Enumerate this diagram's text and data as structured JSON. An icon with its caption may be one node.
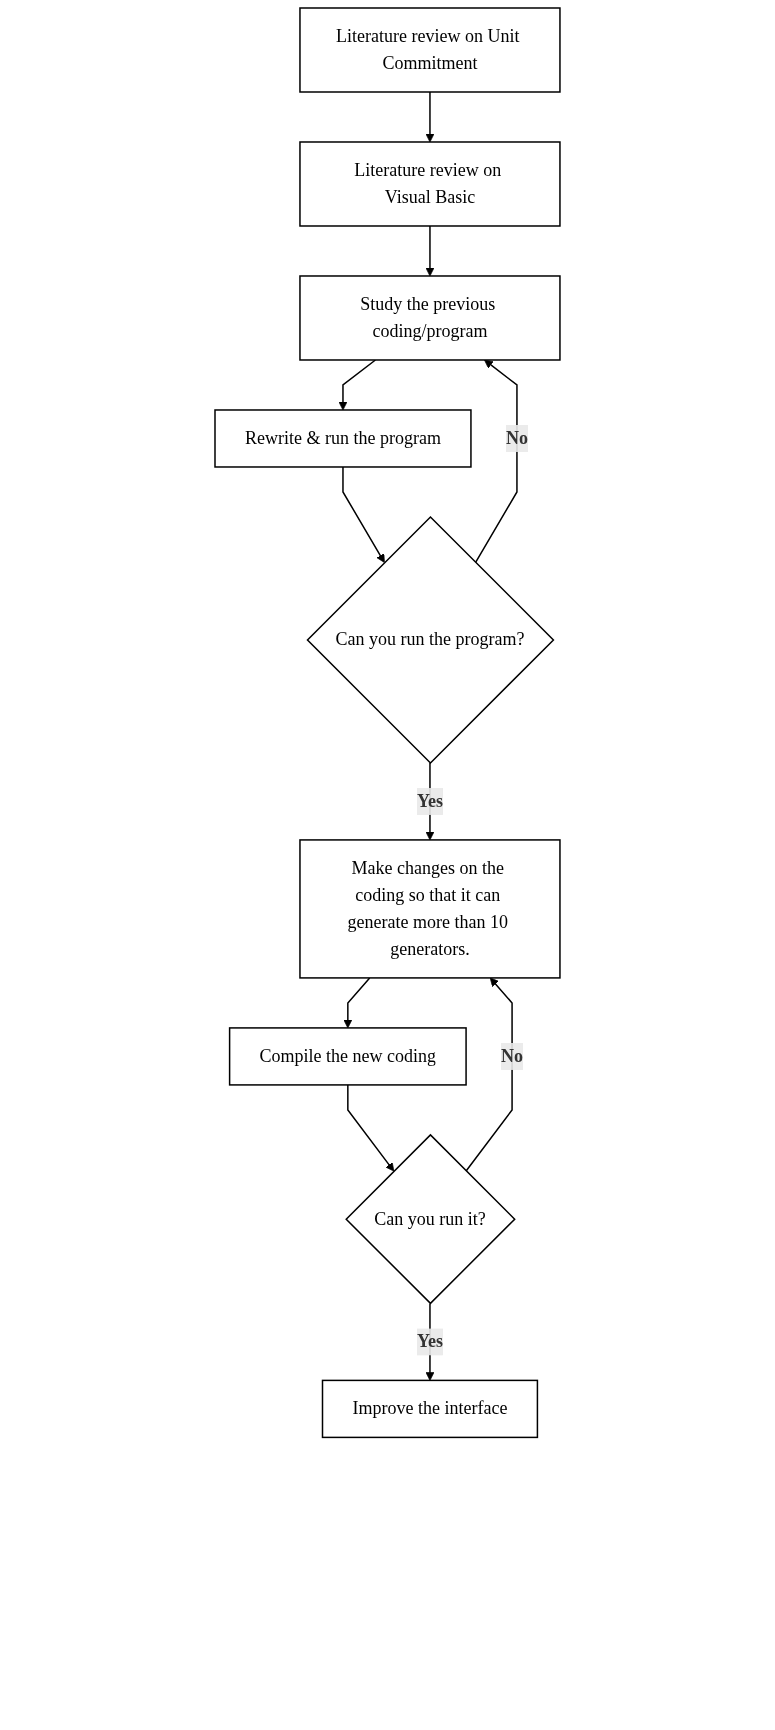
{
  "diagram": {
    "nodes": [
      {
        "text": [
          "Literature review on Unit Commitment"
        ]
      },
      {
        "text": [
          "Literature review on Visual Basic"
        ]
      },
      {
        "text": [
          "Study the previous coding/program"
        ]
      },
      {
        "text": [
          "Rewrite & run the program"
        ]
      },
      {
        "text": [
          "Can you run the program?"
        ]
      },
      {
        "text": [
          "Make changes on the coding so that it can generate more than 10 generators."
        ]
      },
      {
        "text": [
          "Compile the new coding"
        ]
      },
      {
        "text": [
          "Can you run it?"
        ]
      },
      {
        "text": [
          "Improve the interface"
        ]
      }
    ],
    "edges": [
      {
        "from": 0,
        "to": 1,
        "arrow": "to"
      },
      {
        "from": 1,
        "to": 2,
        "arrow": "to"
      },
      {
        "from": 2,
        "to": 3,
        "arrow": "to"
      },
      {
        "from": 3,
        "to": 4,
        "arrow": "to"
      },
      {
        "from": 4,
        "to": 5,
        "arrow": "to",
        "label": "Yes"
      },
      {
        "from": 4,
        "to": 2,
        "arrow": "to",
        "label": "No"
      },
      {
        "from": 5,
        "to": 6,
        "arrow": "to"
      },
      {
        "from": 6,
        "to": 7,
        "arrow": "to"
      },
      {
        "from": 7,
        "to": 8,
        "arrow": "to",
        "label": "Yes"
      },
      {
        "from": 7,
        "to": 5,
        "arrow": "to",
        "label": "No"
      }
    ]
  }
}
